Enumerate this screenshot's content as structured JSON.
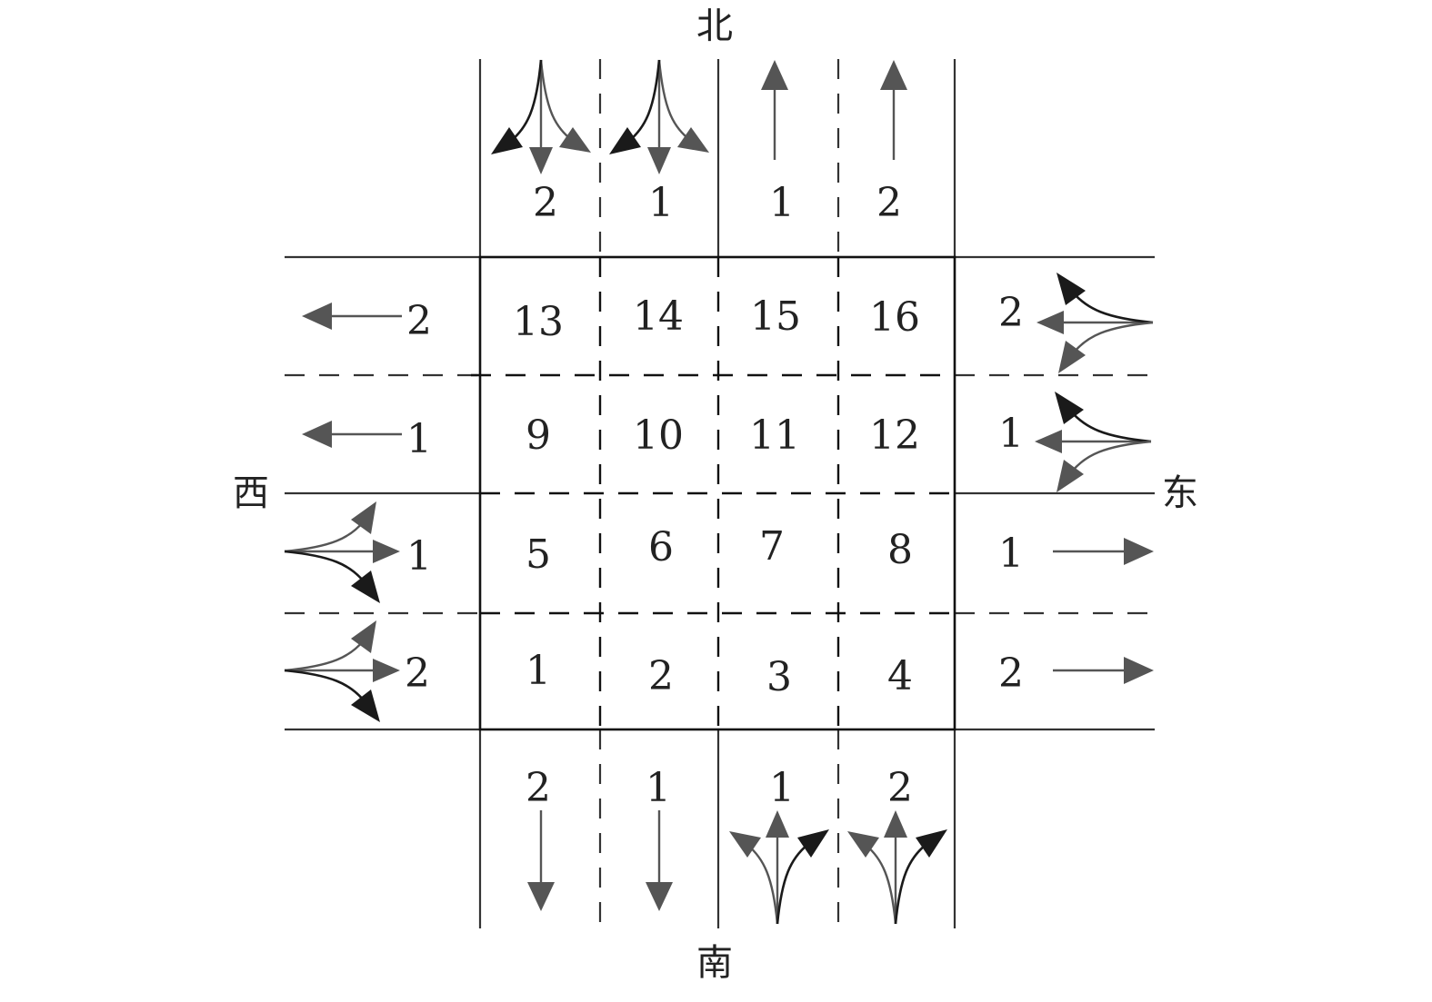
{
  "directions": {
    "north": "北",
    "south": "南",
    "west": "西",
    "east": "东"
  },
  "cells": [
    "1",
    "2",
    "3",
    "4",
    "5",
    "6",
    "7",
    "8",
    "9",
    "10",
    "11",
    "12",
    "13",
    "14",
    "15",
    "16"
  ],
  "lanes": {
    "north": [
      "2",
      "1",
      "1",
      "2"
    ],
    "south": [
      "2",
      "1",
      "1",
      "2"
    ],
    "west": [
      "2",
      "1",
      "1",
      "2"
    ],
    "east": [
      "2",
      "1",
      "1",
      "2"
    ]
  },
  "icons": {
    "straight_arrow": "straight-arrow-icon",
    "three_way_arrow": "three-way-turn-arrow-icon"
  },
  "colors": {
    "line": "#333333",
    "arrow_grey": "#555555",
    "arrow_black": "#1a1a1a"
  }
}
